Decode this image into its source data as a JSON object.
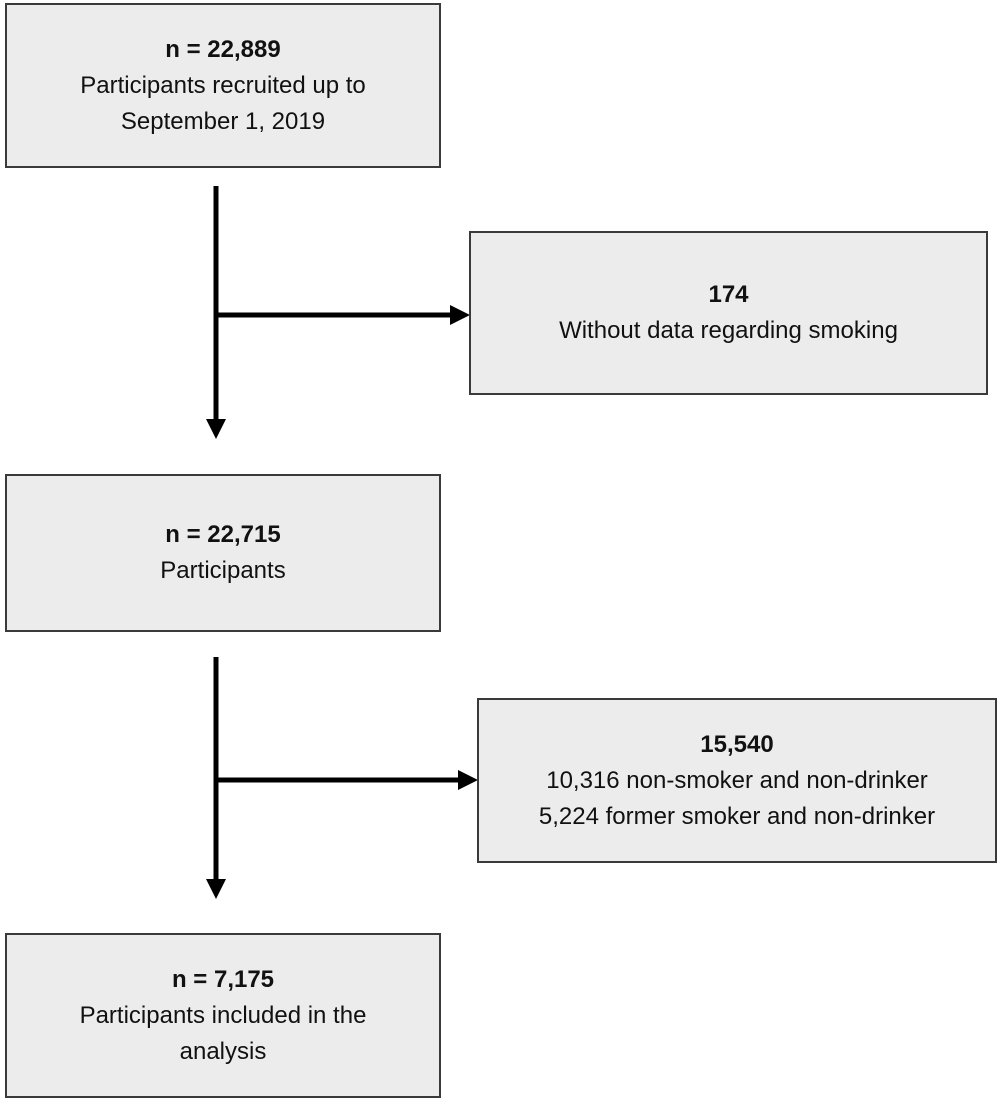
{
  "flowchart": {
    "recruited": {
      "count": "n = 22,889",
      "lines": [
        "Participants recruited up to",
        "September 1, 2019"
      ]
    },
    "excluded_smoking": {
      "count": "174",
      "lines": [
        "Without data regarding smoking"
      ]
    },
    "participants": {
      "count": "n = 22,715",
      "lines": [
        "Participants"
      ]
    },
    "excluded_nonsmoker": {
      "count": "15,540",
      "lines": [
        "10,316 non-smoker and non-drinker",
        "5,224 former smoker and non-drinker"
      ]
    },
    "analysis": {
      "count": "n = 7,175",
      "lines": [
        "Participants included in the",
        "analysis"
      ]
    }
  },
  "colors": {
    "box_fill": "#ececec",
    "box_border": "#3a3a3a",
    "arrow": "#000000"
  }
}
